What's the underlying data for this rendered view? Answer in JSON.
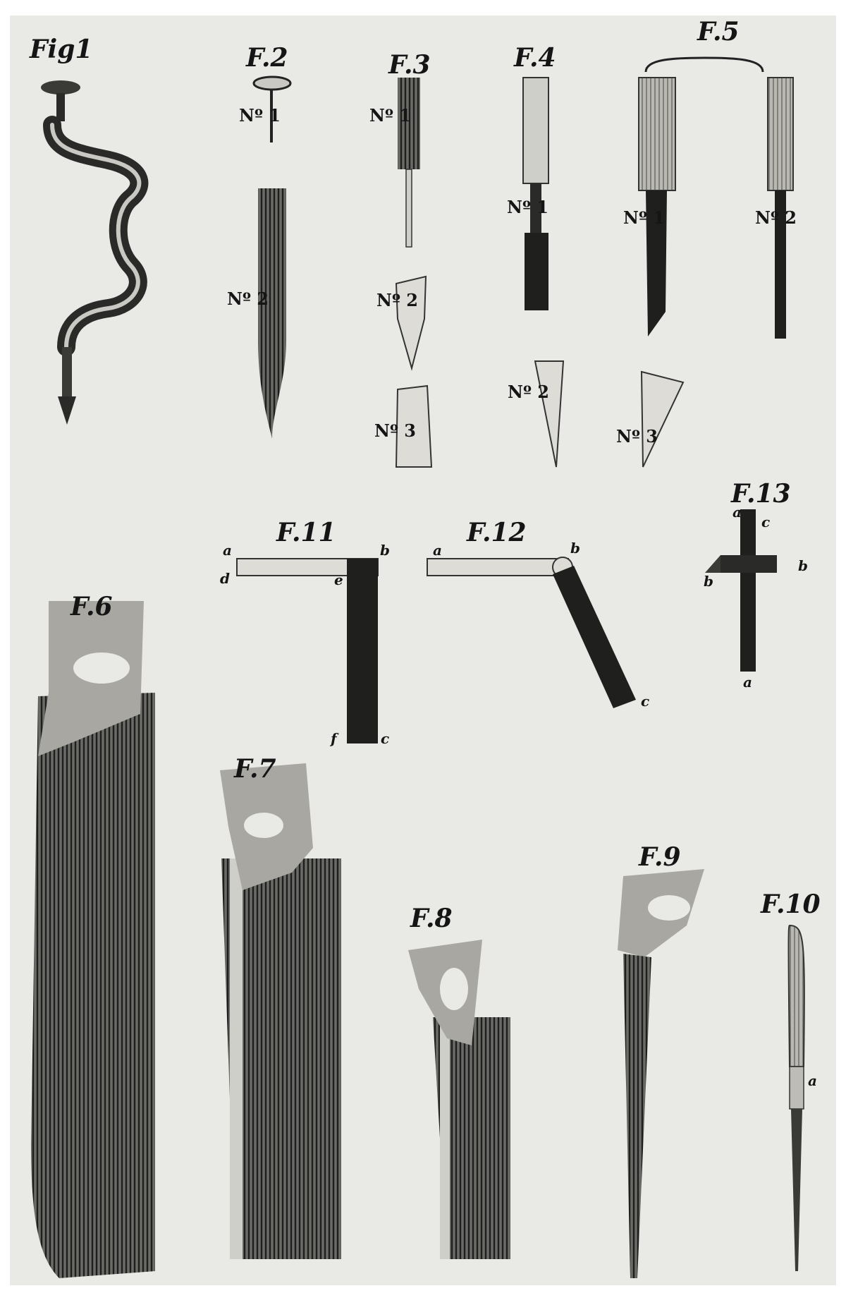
{
  "labels": {
    "fig1": "Fig1",
    "f2": "F.2",
    "f3": "F.3",
    "f4": "F.4",
    "f5": "F.5",
    "f6": "F.6",
    "f7": "F.7",
    "f8": "F.8",
    "f9": "F.9",
    "f10": "F.10",
    "f11": "F.11",
    "f12": "F.12",
    "f13": "F.13"
  },
  "numbers": {
    "no1": "Nº 1",
    "no2": "Nº 2",
    "no3": "Nº 3"
  },
  "letters": {
    "a": "a",
    "b": "b",
    "c": "c",
    "d": "d",
    "e": "e",
    "f": "f"
  }
}
